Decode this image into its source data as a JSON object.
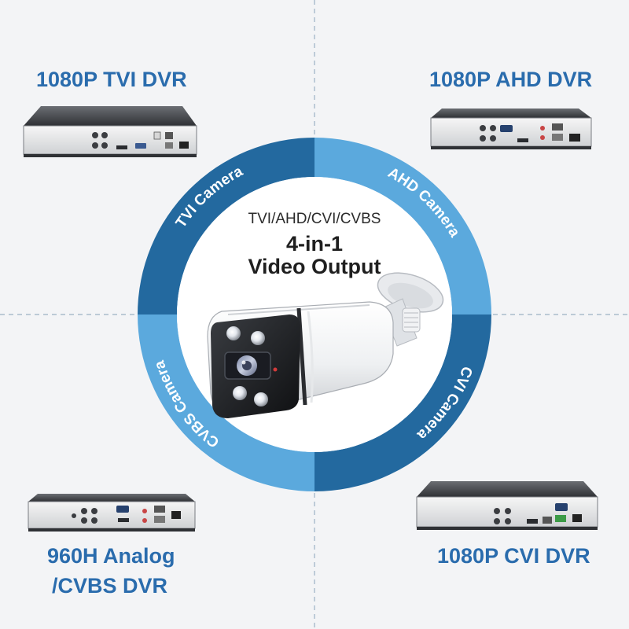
{
  "headline": {
    "formats": "TVI/AHD/CVI/CVBS",
    "line1": "4-in-1",
    "line2": "Video Output"
  },
  "ring_labels": {
    "tvi": "TVI Camera",
    "ahd": "AHD Camera",
    "cvi": "CVI Camera",
    "cvbs": "CVBS Camera"
  },
  "dvrs": {
    "top_left": {
      "title": "1080P TVI DVR"
    },
    "top_right": {
      "title": "1080P AHD DVR"
    },
    "bottom_left": {
      "title_line1": "960H Analog",
      "title_line2": "/CVBS DVR"
    },
    "bottom_right": {
      "title": "1080P CVI DVR"
    }
  },
  "colors": {
    "ring_dark": "#23699f",
    "ring_light": "#5ba9dd",
    "title_blue": "#2a6cad",
    "background": "#f3f4f6"
  }
}
